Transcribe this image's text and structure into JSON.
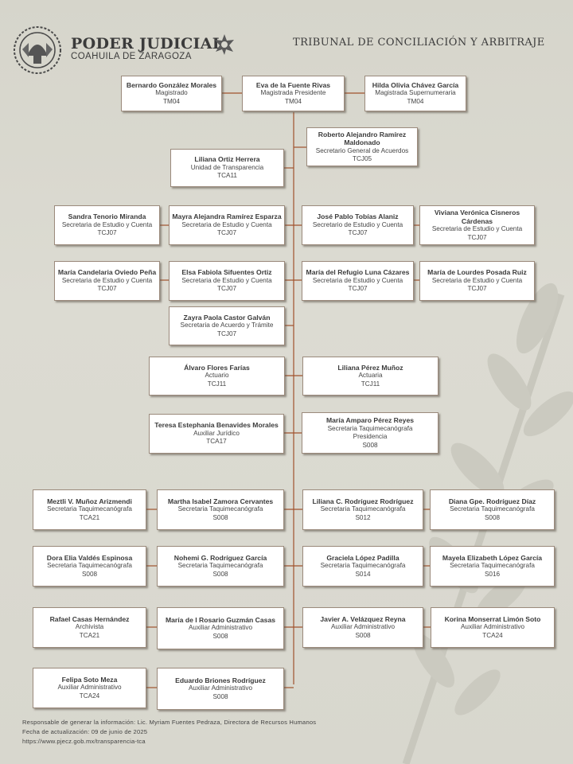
{
  "header": {
    "org_title": "PODER JUDICIAL",
    "org_subtitle": "COAHUILA DE ZARAGOZA",
    "tribunal": "TRIBUNAL DE CONCILIACIÓN Y ARBITRAJE"
  },
  "colors": {
    "line": "#a0522d",
    "box_border": "#9b8a7c",
    "background": "#d9d8cf"
  },
  "positions": [
    {
      "name": "Bernardo González Morales",
      "role": "Magistrado",
      "code": "TM04"
    },
    {
      "name": "Eva de la Fuente Rivas",
      "role": "Magistrada Presidente",
      "code": "TM04"
    },
    {
      "name": "Hilda Olivia Chávez García",
      "role": "Magistrada Supernumeraria",
      "code": "TM04"
    },
    {
      "name": "Roberto Alejandro Ramírez Maldonado",
      "role": "Secretario General de Acuerdos",
      "code": "TCJ05"
    },
    {
      "name": "Liliana Ortiz Herrera",
      "role": "Unidad de Transparencia",
      "code": "TCA11"
    },
    {
      "name": "Sandra Tenorio Miranda",
      "role": "Secretaria de Estudio y Cuenta",
      "code": "TCJ07"
    },
    {
      "name": "Mayra Alejandra Ramírez Esparza",
      "role": "Secretaria de Estudio y Cuenta",
      "code": "TCJ07"
    },
    {
      "name": "José Pablo Tobías Alaniz",
      "role": "Secretario de Estudio y Cuenta",
      "code": "TCJ07"
    },
    {
      "name": "Viviana Verónica Cisneros Cárdenas",
      "role": "Secretaria de Estudio y Cuenta",
      "code": "TCJ07"
    },
    {
      "name": "María Candelaria Oviedo Peña",
      "role": "Secretaria de Estudio y Cuenta",
      "code": "TCJ07"
    },
    {
      "name": "Elsa Fabiola Sifuentes Ortiz",
      "role": "Secretaria de Estudio y Cuenta",
      "code": "TCJ07"
    },
    {
      "name": "María del Refugio Luna Cázares",
      "role": "Secretaria de Estudio y Cuenta",
      "code": "TCJ07"
    },
    {
      "name": "María de Lourdes Posada Ruiz",
      "role": "Secretaria de Estudio y Cuenta",
      "code": "TCJ07"
    },
    {
      "name": "Zayra Paola Castor Galván",
      "role": "Secretaria de Acuerdo y Trámite",
      "code": "TCJ07"
    },
    {
      "name": "Álvaro Flores Farías",
      "role": "Actuario",
      "code": "TCJ11"
    },
    {
      "name": "Liliana Pérez Muñoz",
      "role": "Actuaria",
      "code": "TCJ11"
    },
    {
      "name": "Teresa Estephania Benavides Morales",
      "role": "Auxiliar Jurídico",
      "code": "TCA17"
    },
    {
      "name": "María Amparo Pérez Reyes",
      "role": "Secretaria Taquimecanógrafa",
      "role2": "Presidencia",
      "code": "S008"
    },
    {
      "name": "Meztli V. Muñoz Arizmendi",
      "role": "Secretaria Taquimecanógrafa",
      "code": "TCA21"
    },
    {
      "name": "Martha Isabel Zamora Cervantes",
      "role": "Secretaria Taquimecanógrafa",
      "code": "S008"
    },
    {
      "name": "Liliana C. Rodríguez Rodríguez",
      "role": "Secretaria Taquimecanógrafa",
      "code": "S012"
    },
    {
      "name": "Diana Gpe. Rodríguez Díaz",
      "role": "Secretaria Taquimecanógrafa",
      "code": "S008"
    },
    {
      "name": "Dora Elia Valdés Espinosa",
      "role": "Secretaria Taquimecanógrafa",
      "code": "S008"
    },
    {
      "name": "Nohemi G. Rodríguez García",
      "role": "Secretaria Taquimecanógrafa",
      "code": "S008"
    },
    {
      "name": "Graciela López Padilla",
      "role": "Secretaria Taquimecanógrafa",
      "code": "S014"
    },
    {
      "name": "Mayela Elizabeth López García",
      "role": "Secretaria Taquimecanógrafa",
      "code": "S016"
    },
    {
      "name": "Rafael Casas Hernández",
      "role": "Archivista",
      "code": "TCA21"
    },
    {
      "name": "María de l Rosario Guzmán Casas",
      "role": "Auxiliar Administrativo",
      "code": "S008"
    },
    {
      "name": "Javier A. Velázquez Reyna",
      "role": "Auxiliar Administrativo",
      "code": "S008"
    },
    {
      "name": "Korina Monserrat Limón Soto",
      "role": "Auxiliar Administrativo",
      "code": "TCA24"
    },
    {
      "name": "Felipa Soto Meza",
      "role": "Auxiliar Administrativo",
      "code": "TCA24"
    },
    {
      "name": "Eduardo Briones Rodríguez",
      "role": "Auxiliar Administrativo",
      "code": "S008"
    }
  ],
  "footer": {
    "responsible": "Responsable de generar la información: Lic. Myriam Fuentes Pedraza, Directora de Recursos Humanos",
    "updated": "Fecha de actualización: 09 de junio de 2025",
    "url": "https://www.pjecz.gob.mx/transparencia-tca"
  }
}
